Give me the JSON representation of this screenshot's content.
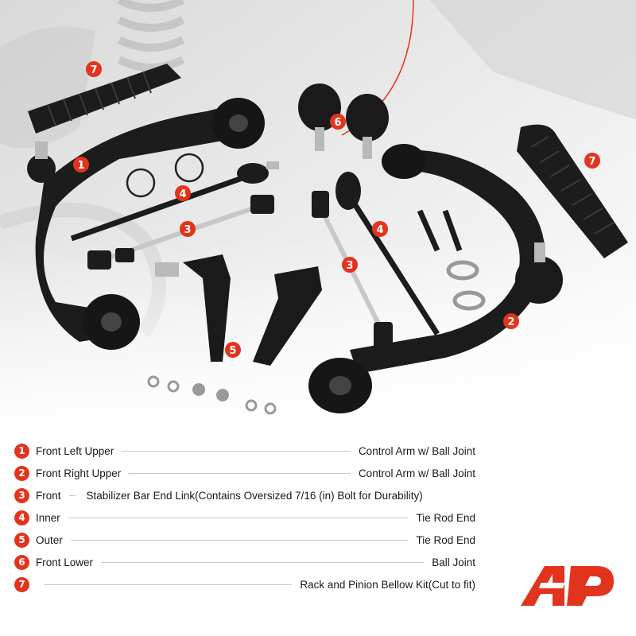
{
  "legend": {
    "items": [
      {
        "num": "1",
        "left": "Front Left Upper",
        "right": "Control Arm w/ Ball Joint"
      },
      {
        "num": "2",
        "left": "Front Right Upper",
        "right": "Control Arm w/ Ball Joint"
      },
      {
        "num": "3",
        "left": "Front",
        "right": "Stabilizer Bar End Link(Contains Oversized 7/16 (in) Bolt for Durability)"
      },
      {
        "num": "4",
        "left": "Inner",
        "right": "Tie Rod End"
      },
      {
        "num": "5",
        "left": "Outer",
        "right": "Tie Rod End"
      },
      {
        "num": "6",
        "left": "Front Lower",
        "right": "Ball Joint"
      },
      {
        "num": "7",
        "left": "",
        "right": "Rack and Pinion Bellow Kit(Cut to fit)"
      }
    ]
  },
  "callouts": [
    "7",
    "1",
    "4",
    "3",
    "5",
    "6",
    "7",
    "4",
    "3",
    "2"
  ],
  "colors": {
    "accent": "#e2341d",
    "part": "#1c1c1c",
    "metal": "#b9b9b9"
  }
}
